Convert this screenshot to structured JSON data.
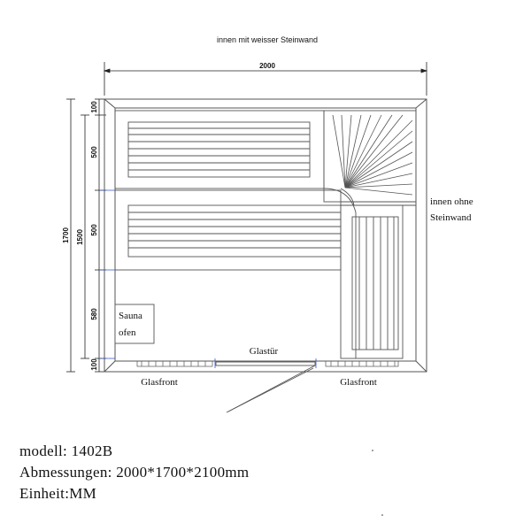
{
  "header": {
    "caption": "innen mit weisser Steinwand"
  },
  "dimensions": {
    "width": "2000",
    "total_height": "1700",
    "inner_height": "1500",
    "seg_top": "100",
    "seg_upper_bench": "500",
    "seg_lower_bench": "500",
    "seg_lower": "580",
    "seg_bottom": "100"
  },
  "labels": {
    "right_wall_line1": "innen ohne",
    "right_wall_line2": "Steinwand",
    "oven_line1": "Sauna",
    "oven_line2": "ofen",
    "door": "Glastür",
    "glass_front_left": "Glasfront",
    "glass_front_right": "Glasfront"
  },
  "info": {
    "model": "modell: 1402B",
    "dimensions": "Abmessungen: 2000*1700*2100mm",
    "unit": "Einheit:MM"
  },
  "colors": {
    "line": "#555555",
    "dim_line": "#222222",
    "accent_blue": "#3355cc",
    "text": "#111111"
  }
}
